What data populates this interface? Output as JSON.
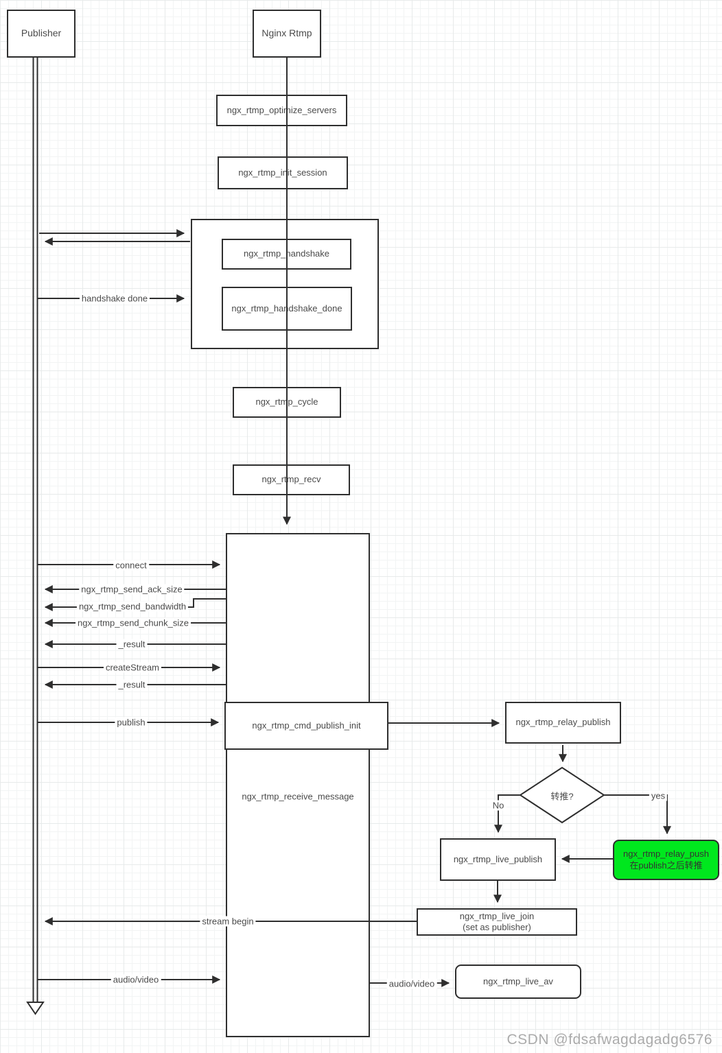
{
  "actors": {
    "publisher": "Publisher",
    "nginx": "Nginx Rtmp"
  },
  "boxes": {
    "optimize_servers": "ngx_rtmp_optimize_servers",
    "init_session": "ngx_rtmp_init_session",
    "handshake": "ngx_rtmp_handshake",
    "handshake_done": "ngx_rtmp_handshake_done",
    "cycle": "ngx_rtmp_cycle",
    "recv": "ngx_rtmp_recv",
    "receive_message": "ngx_rtmp_receive_message",
    "cmd_publish_init": "ngx_rtmp_cmd_publish_init",
    "relay_publish": "ngx_rtmp_relay_publish",
    "live_publish": "ngx_rtmp_live_publish",
    "relay_push_line1": "ngx_rtmp_relay_push",
    "relay_push_line2": "在publish之后转推",
    "live_join_line1": "ngx_rtmp_live_join",
    "live_join_line2": "(set as publisher)",
    "live_av": "ngx_rtmp_live_av"
  },
  "messages": {
    "handshake_done": "handshake done",
    "connect": "connect",
    "send_ack_size": "ngx_rtmp_send_ack_size",
    "send_bandwidth": "ngx_rtmp_send_bandwidth",
    "send_chunk_size": "ngx_rtmp_send_chunk_size",
    "result1": "_result",
    "create_stream": "createStream",
    "result2": "_result",
    "publish": "publish",
    "stream_begin": "stream begin",
    "audio_video_left": "audio/video",
    "audio_video_right": "audio/video"
  },
  "decision": {
    "label": "转推?",
    "no": "No",
    "yes": "yes"
  },
  "watermark": "CSDN @fdsafwagdagadg6576",
  "colors": {
    "line": "#2e2e2e",
    "text": "#4a4a4a",
    "highlight_green": "#00e71e",
    "watermark": "#ababab",
    "grid_minor": "#f2f4f4",
    "grid_major": "#e7eaea"
  }
}
